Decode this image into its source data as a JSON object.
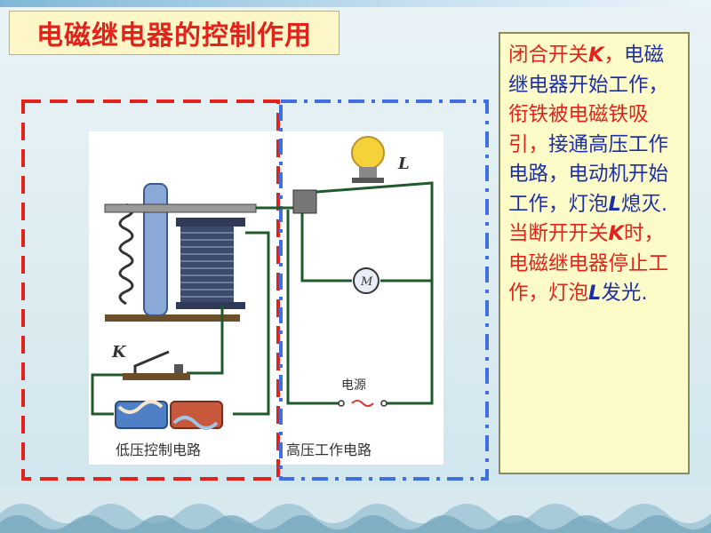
{
  "title": "电磁继电器的控制作用",
  "note_segments": [
    {
      "text": "闭合开关",
      "color": "red",
      "bold": false
    },
    {
      "text": "K",
      "color": "red",
      "bold": true
    },
    {
      "text": "，",
      "color": "red",
      "bold": false
    },
    {
      "text": "电磁继电器开始工作，",
      "color": "blue",
      "bold": false
    },
    {
      "text": "衔铁被电磁铁吸引，",
      "color": "red",
      "bold": false
    },
    {
      "text": "接通高压工作电路，电动机开始工作，灯泡",
      "color": "blue",
      "bold": false
    },
    {
      "text": "L",
      "color": "blue",
      "bold": true
    },
    {
      "text": "熄灭.",
      "color": "blue",
      "bold": false
    },
    {
      "text": "当断开开关",
      "color": "red",
      "bold": false
    },
    {
      "text": "K",
      "color": "red",
      "bold": true
    },
    {
      "text": "时，",
      "color": "red",
      "bold": false
    },
    {
      "text": "电磁继电器停止工作，灯泡",
      "color": "red",
      "bold": false
    },
    {
      "text": "L",
      "color": "blue",
      "bold": true
    },
    {
      "text": "发光.",
      "color": "blue",
      "bold": false
    }
  ],
  "diagram": {
    "label_lamp": "L",
    "label_switch": "K",
    "label_motor": "M",
    "label_power": "电源",
    "label_low_circuit": "低压控制电路",
    "label_high_circuit": "高压工作电路"
  },
  "colors": {
    "title_text": "#e3221c",
    "note_red": "#e3221c",
    "note_blue": "#1c2fa8",
    "wire": "#1f5a2a",
    "low_border": "#e3221c",
    "high_border": "#3f6fe0"
  }
}
